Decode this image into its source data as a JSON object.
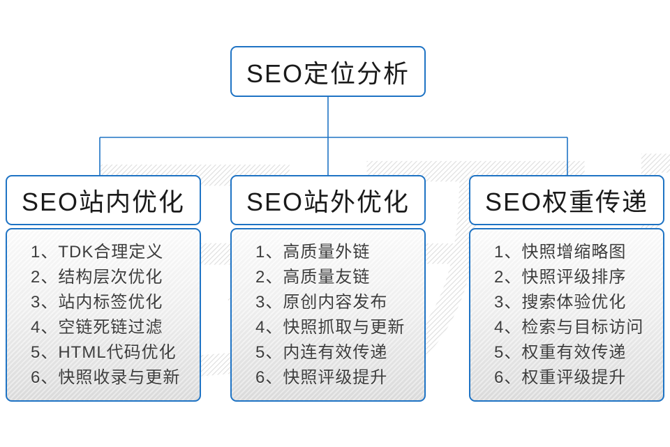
{
  "colors": {
    "accent": "#1e73c4",
    "title_text": "#1a1a1a",
    "list_text": "#3d3d3d",
    "watermark_line": "#e2e2e2",
    "body_gradient_top": "#fefefe",
    "body_gradient_bottom": "#dedede"
  },
  "watermark": {
    "text": "云无限"
  },
  "root": {
    "title": "SEO定位分析"
  },
  "columns": [
    {
      "title": "SEO站内优化",
      "items": [
        "1、TDK合理定义",
        "2、结构层次优化",
        "3、站内标签优化",
        "4、空链死链过滤",
        "5、HTML代码优化",
        "6、快照收录与更新"
      ]
    },
    {
      "title": "SEO站外优化",
      "items": [
        "1、高质量外链",
        "2、高质量友链",
        "3、原创内容发布",
        "4、快照抓取与更新",
        "5、内连有效传递",
        "6、快照评级提升"
      ]
    },
    {
      "title": "SEO权重传递",
      "items": [
        "1、快照增缩略图",
        "2、快照评级排序",
        "3、搜索体验优化",
        "4、检索与目标访问",
        "5、权重有效传递",
        "6、权重评级提升"
      ]
    }
  ]
}
